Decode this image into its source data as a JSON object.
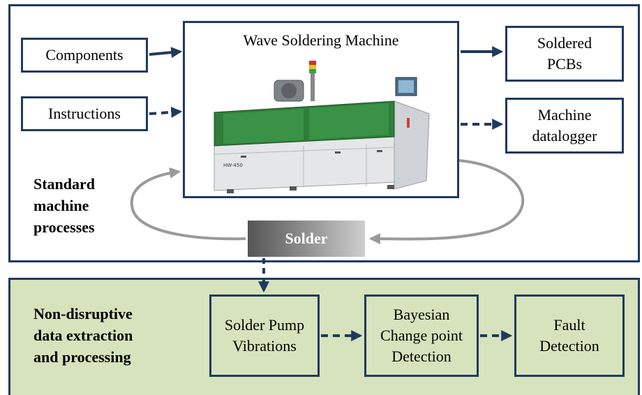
{
  "inputs": {
    "components": "Components",
    "instructions": "Instructions"
  },
  "machine": {
    "title": "Wave Soldering Machine",
    "model_text": "HW-450"
  },
  "outputs": {
    "soldered": [
      "Soldered",
      "PCBs"
    ],
    "datalogger": [
      "Machine",
      "datalogger"
    ]
  },
  "standard_label": [
    "Standard",
    "machine",
    "processes"
  ],
  "solder_label": "Solder",
  "nondisruptive_label": [
    "Non-disruptive",
    "data extraction",
    "and processing"
  ],
  "pipeline": {
    "pump": [
      "Solder Pump",
      "Vibrations"
    ],
    "bayesian": [
      "Bayesian",
      "Change point",
      "Detection"
    ],
    "fault": [
      "Fault",
      "Detection"
    ]
  },
  "colors": {
    "navy": "#1f3a5f",
    "green_panel": "#d6e3bc",
    "loop_arrow": "#9a9a9a"
  }
}
